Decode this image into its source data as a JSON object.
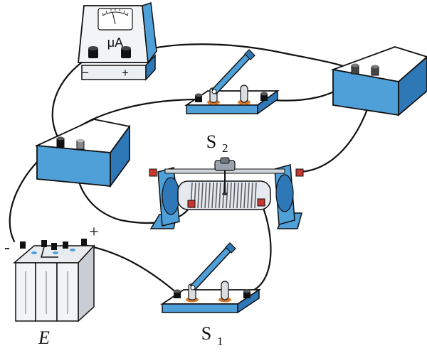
{
  "figure": {
    "meter": {
      "symbol": "μA",
      "minus": "−",
      "plus": "+"
    },
    "switch_top": {
      "letter": "S",
      "sub": "2"
    },
    "switch_bottom": {
      "letter": "S",
      "sub": "1"
    },
    "battery": {
      "letter": "E",
      "minus": "-",
      "plus": "+"
    },
    "colors": {
      "body_blue": "#4f9fd8",
      "side_blue": "#2f78b8",
      "grey_body": "#dfe3e7",
      "wire": "#111111",
      "terminal_red": "#c8372d",
      "contact_orange": "#d9782a"
    }
  }
}
